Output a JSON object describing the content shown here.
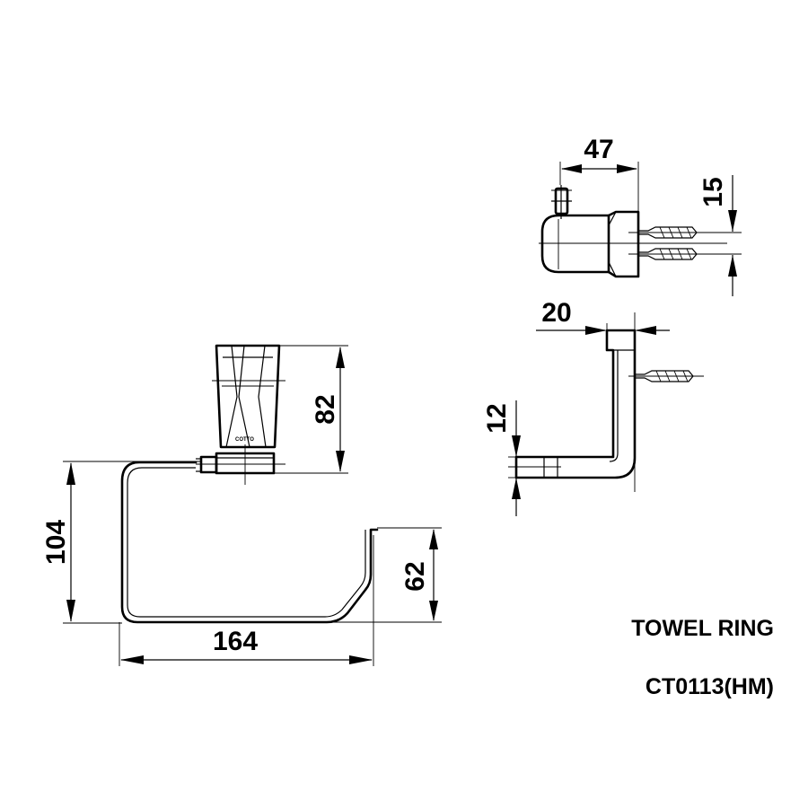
{
  "product": {
    "name": "TOWEL RING",
    "code": "CT0113(HM)",
    "logo_text": "COTTO"
  },
  "dimensions": {
    "ring_width": "164",
    "ring_height": "104",
    "drop_height": "62",
    "holder_height": "82",
    "side_depth": "47",
    "side_offset": "15",
    "section_width": "20",
    "section_thickness": "12"
  }
}
